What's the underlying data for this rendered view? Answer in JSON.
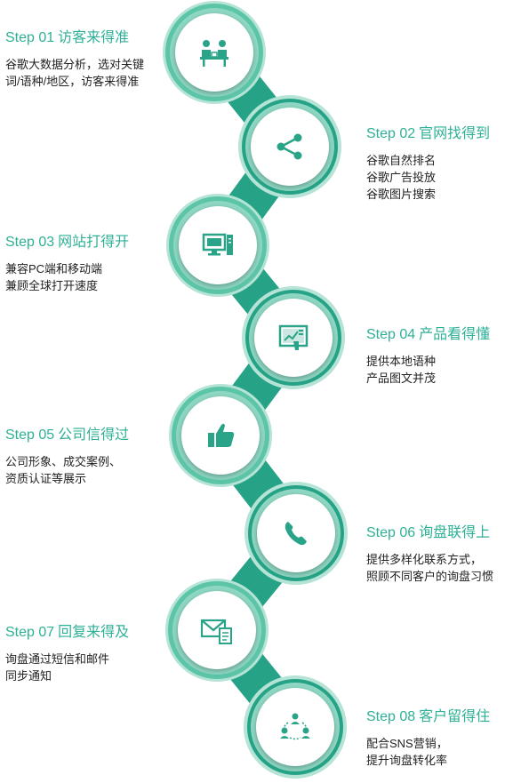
{
  "colors": {
    "ring_outer": "#b5e3d6",
    "ring_band": "#5cc5a8",
    "ring_inner": "#8ed7c3",
    "connector": "#26a386",
    "icon": "#2aa488",
    "title": "#2fb096",
    "text": "#222222"
  },
  "steps": [
    {
      "step": "Step 01",
      "title": "访客来得准",
      "icon": "meeting-people-icon",
      "desc": [
        "谷歌大数据分析，选对关键词/语种/地区，访客来得准"
      ]
    },
    {
      "step": "Step 02",
      "title": "官网找得到",
      "icon": "share-icon",
      "desc": [
        "谷歌自然排名",
        "谷歌广告投放",
        "谷歌图片搜索"
      ]
    },
    {
      "step": "Step 03",
      "title": "网站打得开",
      "icon": "desktop-computer-icon",
      "desc": [
        "兼容PC端和移动端",
        "兼顾全球打开速度"
      ]
    },
    {
      "step": "Step 04",
      "title": "产品看得懂",
      "icon": "presentation-board-icon",
      "desc": [
        "提供本地语种",
        "产品图文并茂"
      ]
    },
    {
      "step": "Step 05",
      "title": "公司信得过",
      "icon": "thumbs-up-icon",
      "desc": [
        "公司形象、成交案例、",
        "资质认证等展示"
      ]
    },
    {
      "step": "Step 06",
      "title": "询盘联得上",
      "icon": "phone-icon",
      "desc": [
        "提供多样化联系方式，",
        "照顾不同客户的询盘习惯"
      ]
    },
    {
      "step": "Step 07",
      "title": "回复来得及",
      "icon": "email-document-icon",
      "desc": [
        "询盘通过短信和邮件",
        "同步通知"
      ]
    },
    {
      "step": "Step 08",
      "title": "客户留得住",
      "icon": "customer-network-icon",
      "desc": [
        "配合SNS营销，",
        "提升询盘转化率"
      ]
    }
  ]
}
